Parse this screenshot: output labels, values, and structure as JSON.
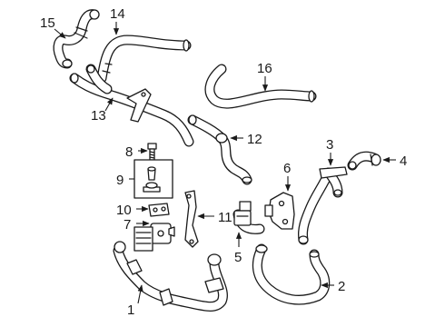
{
  "diagram": {
    "title": "",
    "callouts": [
      {
        "id": "c1",
        "label": "1"
      },
      {
        "id": "c2",
        "label": "2"
      },
      {
        "id": "c3",
        "label": "3"
      },
      {
        "id": "c4",
        "label": "4"
      },
      {
        "id": "c5",
        "label": "5"
      },
      {
        "id": "c6",
        "label": "6"
      },
      {
        "id": "c7",
        "label": "7"
      },
      {
        "id": "c8",
        "label": "8"
      },
      {
        "id": "c9",
        "label": "9"
      },
      {
        "id": "c10",
        "label": "10"
      },
      {
        "id": "c11",
        "label": "11"
      },
      {
        "id": "c12",
        "label": "12"
      },
      {
        "id": "c13",
        "label": "13"
      },
      {
        "id": "c14",
        "label": "14"
      },
      {
        "id": "c15",
        "label": "15"
      },
      {
        "id": "c16",
        "label": "16"
      }
    ]
  }
}
